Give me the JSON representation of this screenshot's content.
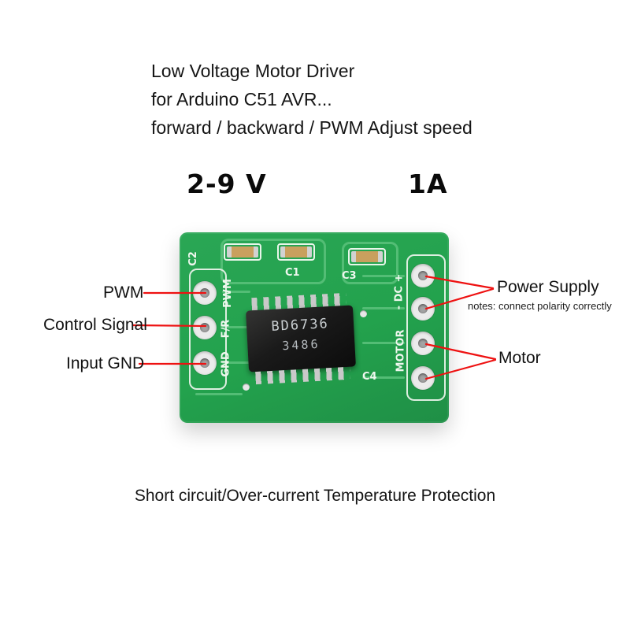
{
  "title": {
    "line1": "Low Voltage Motor Driver",
    "line2": "for Arduino C51 AVR...",
    "line3": "forward / backward / PWM Adjust speed"
  },
  "specs": {
    "voltage": "2-9 V",
    "current": "1A"
  },
  "annotations": {
    "pwm": "PWM",
    "control_signal": "Control Signal",
    "input_gnd": "Input GND",
    "power_supply": "Power Supply",
    "power_note": "notes: connect polarity correctly",
    "motor": "Motor"
  },
  "pcb": {
    "chip": {
      "marking_line1": "BD6736",
      "marking_line2": "3486"
    },
    "silkscreen": {
      "c1": "C1",
      "c2": "C2",
      "c3": "C3",
      "c4": "C4",
      "pin_left_1": "PWM",
      "pin_left_2": "F/R",
      "pin_left_3": "GND",
      "pin_right_top": "- DC +",
      "pin_right_bottom": "MOTOR"
    }
  },
  "footer": "Short circuit/Over-current Temperature Protection",
  "colors": {
    "board_green": "#23a24d",
    "trace_green": "#53bd75",
    "callout_red": "#ee1111"
  }
}
